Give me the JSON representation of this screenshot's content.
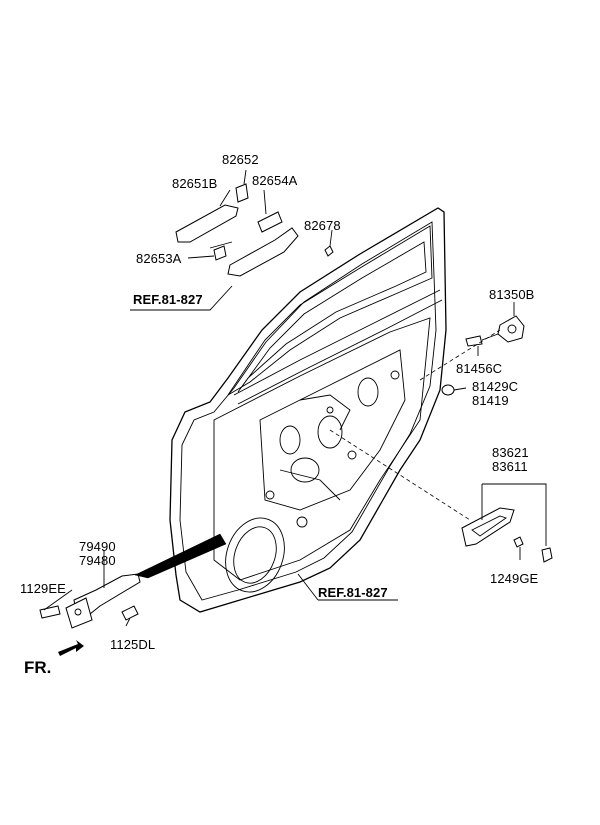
{
  "labels": {
    "p82652": "82652",
    "p82651B": "82651B",
    "p82654A": "82654A",
    "p82678": "82678",
    "p82653A": "82653A",
    "ref_upper": "REF.81-827",
    "p81350B": "81350B",
    "p81456C": "81456C",
    "p81429C": "81429C",
    "p81419": "81419",
    "p83621": "83621",
    "p83611": "83611",
    "p1249GE": "1249GE",
    "p79490": "79490",
    "p79480": "79480",
    "p1129EE": "1129EE",
    "p1125DL": "1125DL",
    "ref_lower": "REF.81-827",
    "front": "FR."
  }
}
